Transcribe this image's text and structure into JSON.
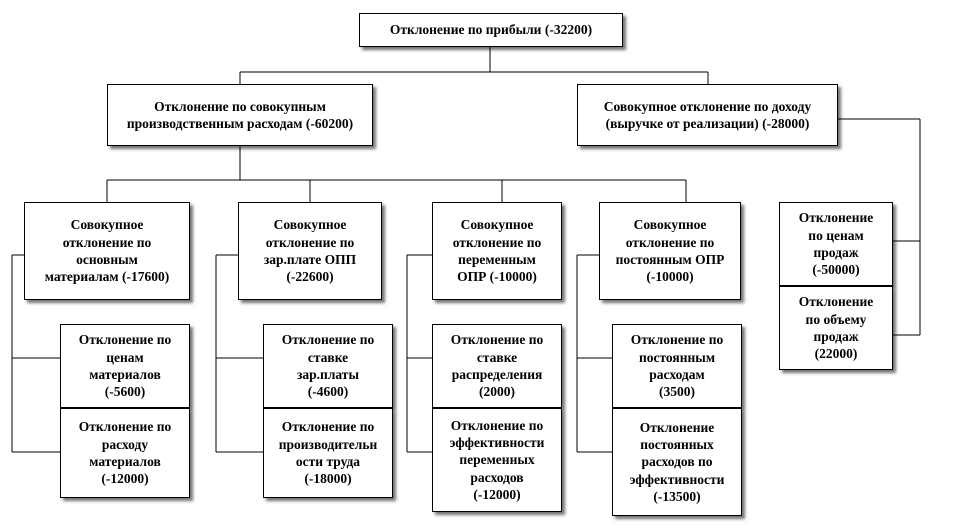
{
  "diagram": {
    "root": "Отклонение по прибыли (-32200)",
    "cost_total": "Отклонение по совокупным\nпроизводственным расходам (-60200)",
    "revenue_total": "Совокупное отклонение по доходу\n(выручке  от реализации) (-28000)",
    "materials_total": "Совокупное\nотклонение по\nосновным\nматериалам (-17600)",
    "wages_total": "Совокупное\nотклонение по\nзар.плате  ОПП\n(-22600)",
    "variable_ohr_total": "Совокупное\nотклонение по\nпеременным\nОПР (-10000)",
    "fixed_ohr_total": "Совокупное\nотклонение по\nпостоянным ОПР\n(-10000)",
    "materials_price": "Отклонение по\nценам\nматериалов\n(-5600)",
    "materials_usage": "Отклонение по\nрасходу\nматериалов\n(-12000)",
    "wage_rate": "Отклонение по\nставке\nзар.платы\n(-4600)",
    "labor_productivity": "Отклонение по\nпроизводительн\nости труда\n(-18000)",
    "allocation_rate": "Отклонение по\nставке\nраспределения\n(2000)",
    "variable_efficiency": "Отклонение по\nэффективности\nпеременных\nрасходов\n(-12000)",
    "fixed_costs": "Отклонение по\nпостоянным\nрасходам\n(3500)",
    "fixed_efficiency": "Отклонение\nпостоянных\nрасходов  по\nэффективности\n(-13500)",
    "sales_price": "Отклонение\nпо ценам\nпродаж\n(-50000)",
    "sales_volume": "Отклонение\nпо объему\nпродаж\n(22000)"
  }
}
